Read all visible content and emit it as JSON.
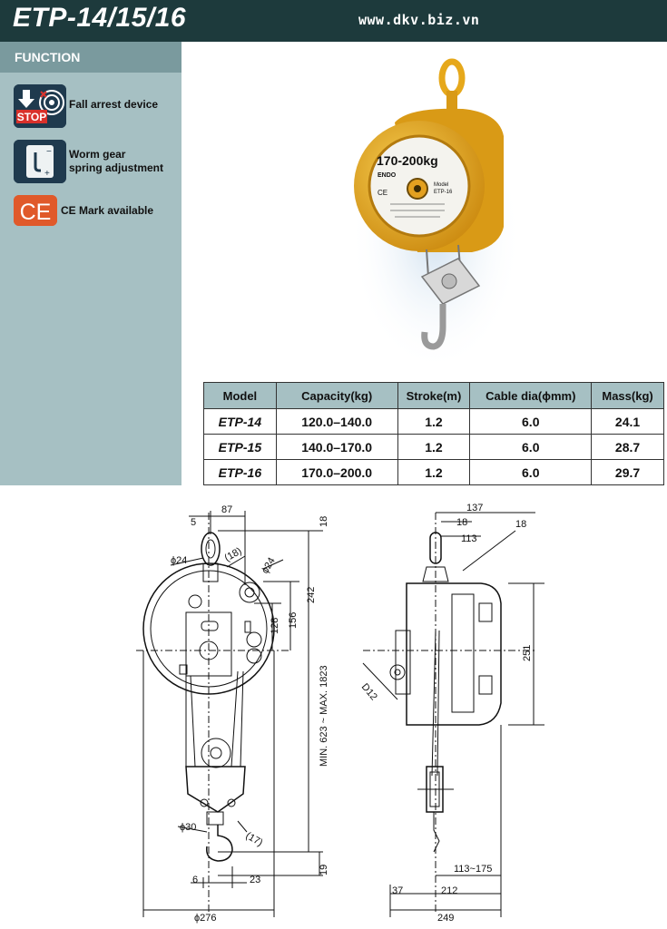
{
  "header": {
    "title": "ETP-14/15/16",
    "url": "www.dkv.biz.vn"
  },
  "sidebar": {
    "heading": "FUNCTION",
    "features": [
      {
        "icon": "fall-arrest-stop-icon",
        "icon_text": "STOP",
        "label_lines": [
          "Fall arrest device"
        ]
      },
      {
        "icon": "worm-gear-spring-icon",
        "label_lines": [
          "Worm gear",
          "spring adjustment"
        ]
      },
      {
        "icon": "ce-mark-icon",
        "icon_text": "CE",
        "label_lines": [
          "CE Mark available"
        ]
      }
    ]
  },
  "product_label": {
    "capacity": "170-200kg",
    "brand": "ENDO",
    "model_caption": "Model",
    "model": "ETP-16"
  },
  "spec_table": {
    "headers": [
      "Model",
      "Capacity(kg)",
      "Stroke(m)",
      "Cable dia(ϕmm)",
      "Mass(kg)"
    ],
    "rows": [
      [
        "ETP-14",
        "120.0–140.0",
        "1.2",
        "6.0",
        "24.1"
      ],
      [
        "ETP-15",
        "140.0–170.0",
        "1.2",
        "6.0",
        "28.7"
      ],
      [
        "ETP-16",
        "170.0–200.0",
        "1.2",
        "6.0",
        "29.7"
      ]
    ]
  },
  "front_view_dims": {
    "d5": "5",
    "d87": "87",
    "d18_top": "18",
    "d24_eye": "ϕ24",
    "d18_paren": "(18)",
    "d24_pulley": "ϕ24",
    "d242": "242",
    "d156": "156",
    "d128": "128",
    "d1823": "MIN. 623 ~ MAX. 1823",
    "d30": "ϕ30",
    "d17": "(17)",
    "d6": "6",
    "d23": "23",
    "d19": "19",
    "d276": "ϕ276"
  },
  "side_view_dims": {
    "d137": "137",
    "d18a": "18",
    "d18b": "18",
    "d113": "113",
    "d251": "251",
    "d12": "D12",
    "d113_175": "113~175",
    "d37": "37",
    "d212": "212",
    "d249": "249"
  },
  "colors": {
    "header_bg": "#1d3a3c",
    "sidebar_bg": "#a6c0c3",
    "sidebar_head_bg": "#7a9a9e",
    "balancer_yellow": "#f0b21c",
    "stop_red": "#d9312b",
    "ce_orange": "#e0592a"
  }
}
